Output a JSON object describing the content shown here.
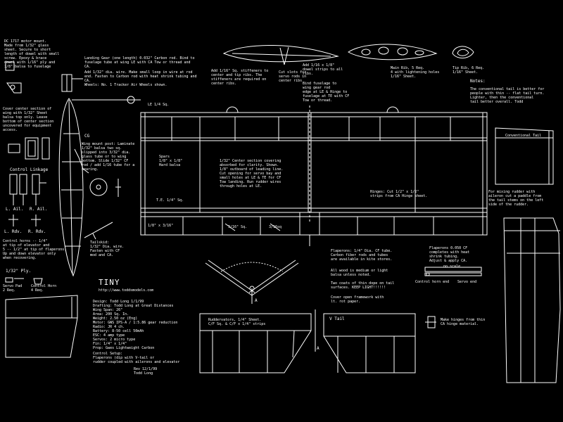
{
  "notes": {
    "tl_mount": "DC 1717 motor mount.\nMade from 1/32\" glass\nsheet. Secure to short\nlength of dowel with small\nscrew. Epoxy & brace\ndowel with 1/16\" ply and\n1/8\" balsa to fuselage",
    "landing_gear": "Landing Gear (one length) 0.032\" Carbon rod. Bind to\nfuselage tube at wing LE with CA Tow or thread and\nCA.",
    "wire_note": "Add 1/32\" dia. wire. Make small loop in wire at rod\nend. Fasten to Carbon rod with heat shrink tubing and\nCA.",
    "wheels": "Wheels: No. 1 Tracker Air Wheels shown.",
    "stiffener": "Add 1/16\" Sq. stiffeners to\ncenter and tip ribs. The\nstiffeners are required on\ncenter ribs.",
    "cut_slots": "Cut slots for\nservo rods in\ncenter ribs",
    "add_1_16": "Add 1/16 x 1/8\"\ndowel strips to all\nribs.",
    "main_rib": "Main Rib, 5 Req.\n4 with lightening holes\n1/16\" Sheet.",
    "tip_rib": "Tip Rib, 6 Req.\n1/16\" Sheet.",
    "bind_fuse": "Bind fuselage to\nwing gear rod\nedge at LE & Hinge to\nfuselage at TE with CF\nTow or thread.",
    "cover_center": "Cover center section of\nwing with 1/32\" Sheet\nbalsa top only. Leave\nbottom of center section\nuncovered for equipment\naccess.",
    "control_linkage": "Control Linkage",
    "l_ail": "L. Ail.",
    "r_ail": "R. Ail.",
    "l_rdv": "L. Rdv.",
    "r_rdv": "R. Rdv.",
    "control_horns": "Control horns -- 1/4\"\nat tip of elevator and\n5 -- 1/2\" at tip of flaperons.\nUp and down elevator only\nwhen recovering.",
    "ply_label": "1/32\" Ply.",
    "servo_pad": "Servo Pad\n2 Req.",
    "control_horn_label": "Control Horn\n4 Req.",
    "cg": "CG",
    "wing_mount": "Wing mount post: Laminate\n1/32\" balsa two sq.\nslipped into 3/32\" dia.\nglass tube or to wing\nbottom. Slide 1/32\" CF\nrod / add 1/16 tube for a\nbearing.",
    "tailskid": "Tailskid:\n1/32\" Dia. wire.\nFasten with CF\nmod and CA.",
    "le_label": "LE 1/4 Sq.",
    "spars": "Spars\n1/8\" x 1/8\"\nHard balsa",
    "te_label": "T.E. 1/4\" Sq.",
    "center_sheet": "1/32\" Center section covering\nabsorbed for clarity. Shown.\n1/8\" outboard of leading line.\nCut opening for servo bay and\nsmall holes at LE & TE for CF\nTow landing.    Run rudder wires\nthrough holes at LE.",
    "hinge_note": "Hinges: Cut 1/2\" x 1/2\"\nstrips from CA Hinge sheet.",
    "spar_label_a": "1/8\" x 3/16\"",
    "spar_label_b": "3/16\" Sq.",
    "spar_label_c": "3/16sq",
    "flap_spar": "Flaperons: 1/4\" Dia. CF tube.\nCarbon fiber rods and tubes\nare available in kite stores.",
    "keep_light": "All wood is medium or light\nbalsa unless noted.",
    "keep_light2": "Two coats of thin dope on tail\nsurfaces. KEEP LIGHT!!!!!!",
    "cover_note": "Cover open framework with\nlt. rot paper.",
    "title": "TINY",
    "website": "http://www.toddsmodels.com",
    "specs": "Design:   Todd Long           1/1/99\nDrafting: Todd Long at Great Distances\nWing Span:  26\"\nArea:       200 Sq. In.\nWeight:     2.50 oz (Eng)\nMotor:      GWS IPS-A / 1:5.86 gear reduction\nRadio:      JR 4 ch.\nBattery:    8-50 cell  50mAh\nESC:        4 amp type\nServos:     2 micro type\nFin:        1/4\" x 1/4\"\nProp:       Gwes Lightweight Carbon",
    "control_setup": "Control Setup:\nFlaperons (dip with V-tail or\nrudder coupled with ailerons and elevator",
    "rev": "Rev 12/1/99\nTodd Long",
    "notes_head": "Notes:",
    "notes_body": "The conventional tail is better for\npeople with thin -- flat tail turn.\nLighter, then the conventional\ntail better overall. Todd",
    "conventional_tail": "Conventional Tail",
    "mixing": "For mixing rudder with\naileron cut a paddle from\nthe tail stems on the left\nside of the rudder.",
    "flaperons_ply": "Flaperons 0.050 CF\ncompletes with heat\nshrink tubing.\nAdjust & apply CA.",
    "no_scale": "no scale",
    "control_horn_end": "Control horn end",
    "servo_end": "Servo end",
    "ruddervators": "Ruddervators, 1/4\" Sheet.\nC/F Sq. & C/F x 1/4\" strips",
    "v_tail": "V Tail",
    "hinge_pad": "Make hinges from thin\nCA hinge material.",
    "a_label": "A",
    "a_label2": "A"
  },
  "colors": {
    "background": "#000000",
    "line": "#ffffff"
  }
}
